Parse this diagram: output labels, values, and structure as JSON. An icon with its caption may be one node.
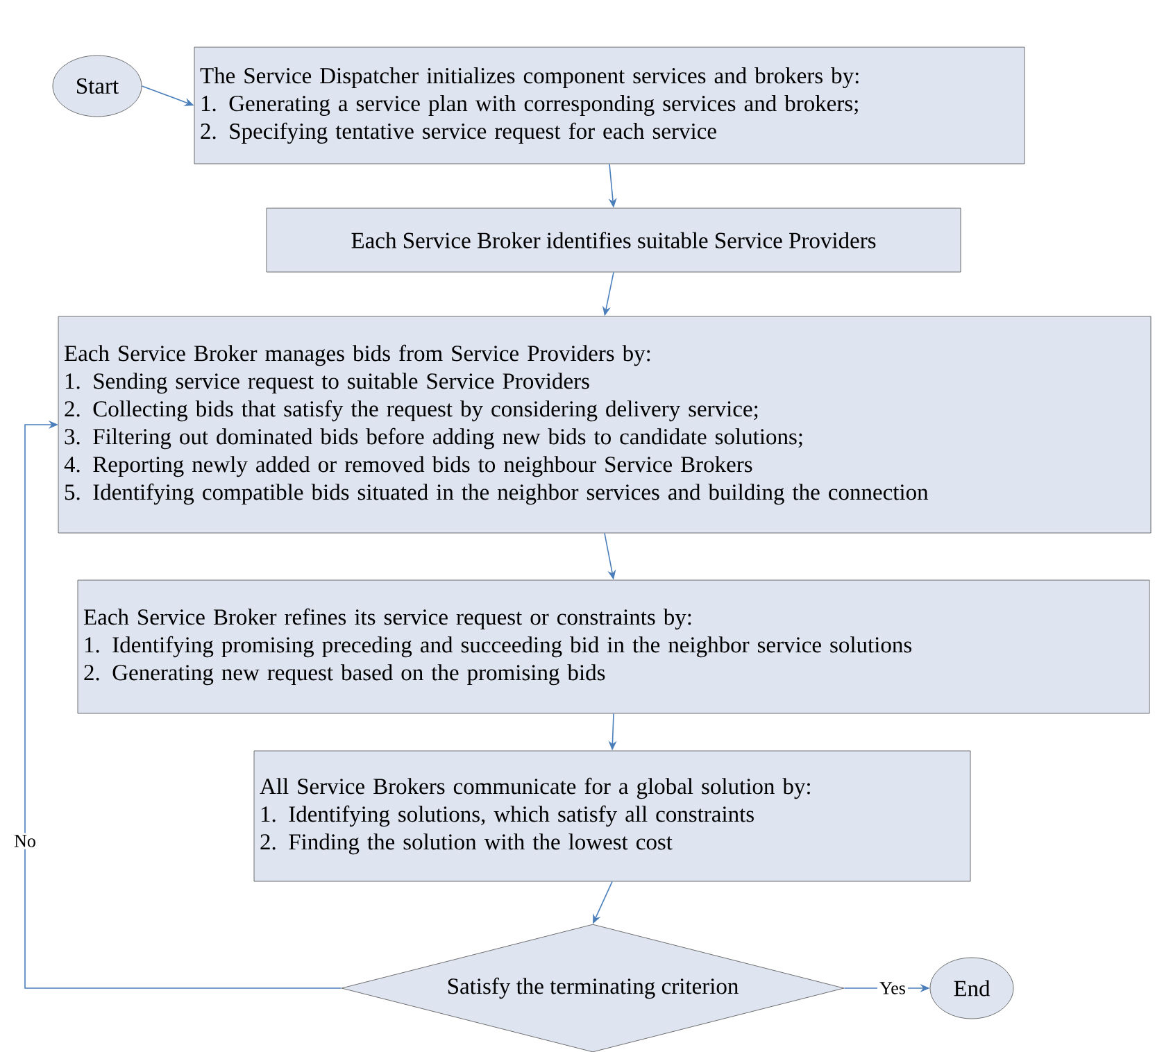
{
  "diagram": {
    "nodes": [
      {
        "text": [
          "Start"
        ]
      },
      {
        "text": [
          "The Service Dispatcher initializes component services and brokers by:",
          "1. Generating a service plan with corresponding services and brokers;",
          "2. Specifying tentative service request for each service"
        ]
      },
      {
        "text": [
          "Each Service Broker identifies suitable Service Providers"
        ]
      },
      {
        "text": [
          "Each Service Broker manages bids from Service Providers by:",
          "1. Sending service request to suitable Service Providers",
          "2. Collecting bids that satisfy the request by considering delivery service;",
          "3. Filtering out dominated bids before adding new bids to candidate solutions;",
          "4. Reporting newly added or removed bids to neighbour Service Brokers",
          "5. Identifying compatible bids situated in the neighbor services and building the connection"
        ]
      },
      {
        "text": [
          "Each Service Broker refines its service request or constraints by:",
          "1. Identifying promising preceding and succeeding bid in the neighbor service solutions",
          "2. Generating new request based on the promising bids"
        ]
      },
      {
        "text": [
          "All Service Brokers communicate for a global solution by:",
          "1. Identifying solutions, which satisfy all constraints",
          "2. Finding the solution with the lowest cost"
        ]
      },
      {
        "text": [
          "Satisfy the terminating criterion"
        ]
      },
      {
        "text": [
          "End"
        ]
      }
    ],
    "edges": [
      {
        "from": 0,
        "to": 1,
        "arrow": "to"
      },
      {
        "from": 1,
        "to": 2,
        "arrow": "to"
      },
      {
        "from": 2,
        "to": 3,
        "arrow": "to"
      },
      {
        "from": 3,
        "to": 4,
        "arrow": "to"
      },
      {
        "from": 4,
        "to": 5,
        "arrow": "to"
      },
      {
        "from": 5,
        "to": 6,
        "arrow": "to"
      },
      {
        "from": 6,
        "to": 7,
        "label": "Yes",
        "arrow": "to"
      },
      {
        "from": 6,
        "to": 3,
        "label": "No",
        "arrow": "to"
      }
    ]
  }
}
